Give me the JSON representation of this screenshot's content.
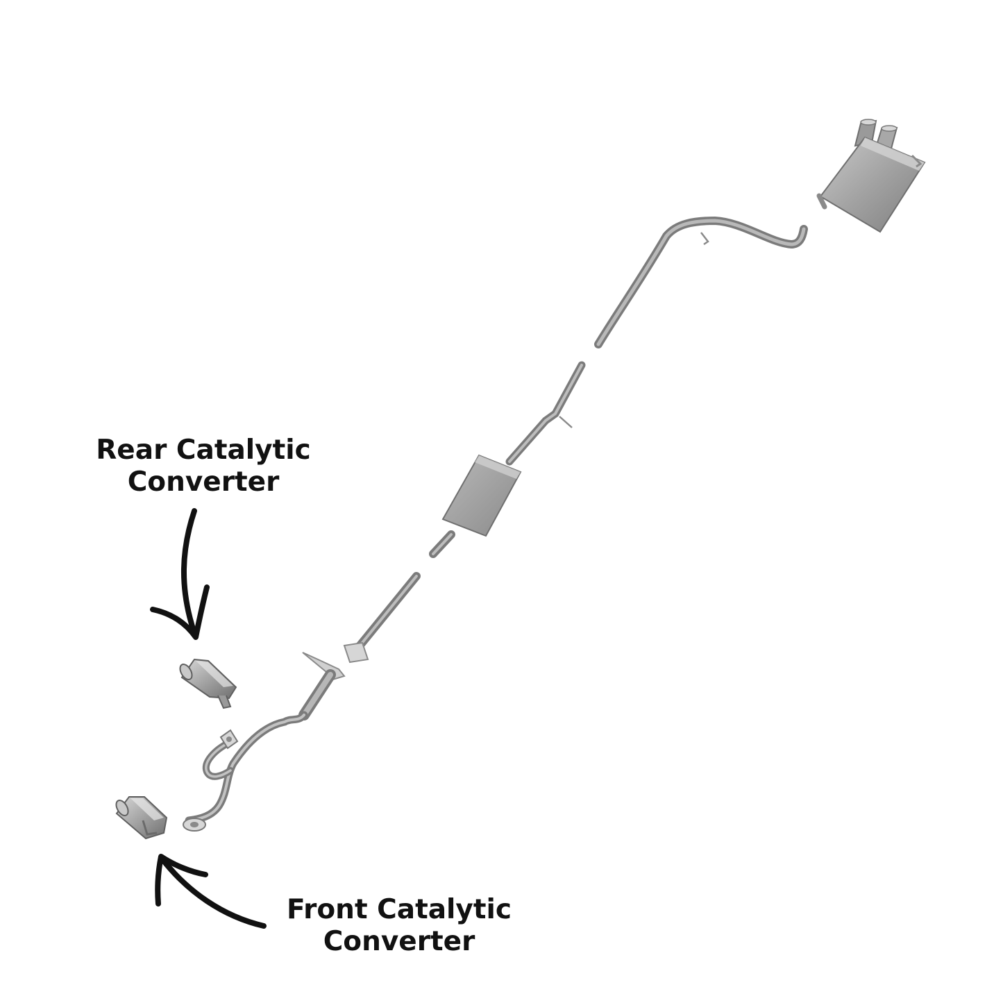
{
  "labels": {
    "rear": {
      "line1": "Rear Catalytic",
      "line2": "Converter"
    },
    "front": {
      "line1": "Front Catalytic",
      "line2": "Converter"
    }
  },
  "colors": {
    "pipe_dark": "#7c7c7c",
    "pipe_mid": "#a3a3a3",
    "pipe_light": "#cfcfcf",
    "arrow": "#111111",
    "text": "#111111"
  }
}
